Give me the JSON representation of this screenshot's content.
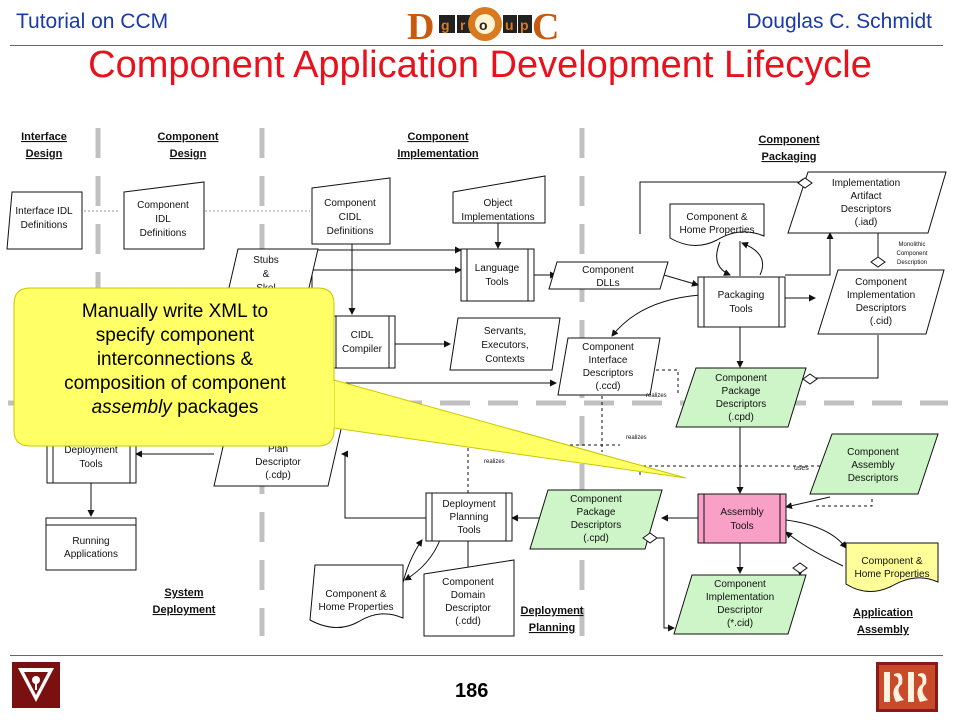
{
  "header": {
    "left": "Tutorial on CCM",
    "right": "Douglas C. Schmidt",
    "logo_letters": [
      "D",
      "g",
      "r",
      "o",
      "u",
      "p",
      "C"
    ]
  },
  "title": "Component Application Development Lifecycle",
  "phases": {
    "interface_design": [
      "Interface",
      "Design"
    ],
    "component_design": [
      "Component",
      "Design"
    ],
    "component_implementation": [
      "Component",
      "Implementation"
    ],
    "component_packaging": [
      "Component",
      "Packaging"
    ],
    "system_deployment": [
      "System",
      "Deployment"
    ],
    "deployment_planning": [
      "Deployment",
      "Planning"
    ],
    "application_assembly": [
      "Application",
      "Assembly"
    ]
  },
  "artifacts": {
    "interface_idl": [
      "Interface IDL",
      "Definitions"
    ],
    "component_idl": [
      "Component",
      "IDL",
      "Definitions"
    ],
    "component_cidl": [
      "Component",
      "CIDL",
      "Definitions"
    ],
    "object_impls": [
      "Object",
      "Implementations"
    ],
    "stubs_skels": [
      "Stubs",
      "&",
      "Skel"
    ],
    "component_dlls": [
      "Component",
      "DLLs"
    ],
    "servants": [
      "Servants,",
      "Executors,",
      "Contexts"
    ],
    "component_interface_desc": [
      "Component",
      "Interface",
      "Descriptors",
      "(.ccd)"
    ],
    "impl_artifact_desc": [
      "Implementation",
      "Artifact",
      "Descriptors",
      "(.iad)"
    ],
    "home_props_top": [
      "Component &",
      "Home Properties"
    ],
    "component_impl_desc_top": [
      "Component",
      "Implementation",
      "Descriptors",
      "(.cid)"
    ],
    "package_desc_right": [
      "Component",
      "Package",
      "Descriptors",
      "(.cpd)"
    ],
    "assembly_desc": [
      "Component",
      "Assembly",
      "Descriptors"
    ],
    "package_desc_mid": [
      "Component",
      "Package",
      "Descriptors",
      "(.cpd)"
    ],
    "home_props_yellow": [
      "Component &",
      "Home Properties"
    ],
    "component_impl_desc_bottom": [
      "Component",
      "Implementation",
      "Descriptor",
      "(*.cid)"
    ],
    "plan_desc": [
      "Plan",
      "Descriptor",
      "(.cdp)"
    ],
    "home_props_bottom": [
      "Component &",
      "Home Properties"
    ],
    "domain_desc": [
      "Component",
      "Domain",
      "Descriptor",
      "(.cdd)"
    ],
    "running_apps": [
      "Running",
      "Applications"
    ]
  },
  "tools": {
    "language": [
      "Language",
      "Tools"
    ],
    "cidl_compiler": [
      "CIDL",
      "Compiler"
    ],
    "packaging": [
      "Packaging",
      "Tools"
    ],
    "assembly": [
      "Assembly",
      "Tools"
    ],
    "planning": [
      "Deployment",
      "Planning",
      "Tools"
    ],
    "deployment": [
      "Deployment",
      "Tools"
    ]
  },
  "notes": {
    "monolithic": [
      "Monolithic",
      "Component",
      "Description"
    ],
    "realizes": "realizes",
    "uses": "uses"
  },
  "callout": {
    "line1": "Manually write XML to",
    "line2": "specify component",
    "line3": "interconnections &",
    "line4": "composition of component",
    "line5_italic": "assembly",
    "line5_rest": " packages"
  },
  "page_number": "186",
  "colors": {
    "title": "#e8111c",
    "header": "#1a3aa8",
    "green_fill": "#cdf5c8",
    "pink_fill": "#f9a0c6",
    "yellow_fill": "#ffff9a",
    "callout_fill": "#ffff66",
    "phase_divider": "#c0c0c0"
  },
  "logos": {
    "left": "vanderbilt-logo",
    "right": "isis-logo"
  }
}
